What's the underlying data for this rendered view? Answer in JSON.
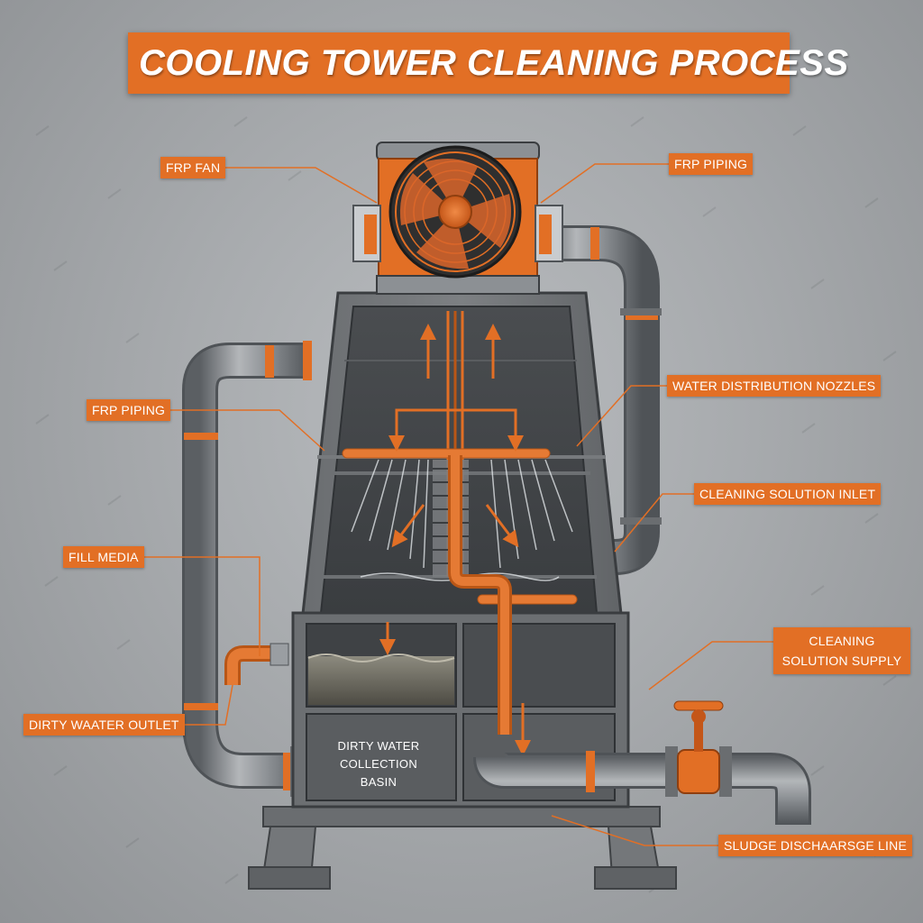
{
  "title": "COOLING TOWER CLEANING PROCESS",
  "labels": {
    "frp_fan": "FRP FAN",
    "frp_piping_right": "FRP PIPING",
    "frp_piping_left": "FRP PIPING",
    "water_distribution_nozzles": "WATER DISTRIBUTION NOZZLES",
    "cleaning_solution_inlet": "CLEANING SOLUTION INLET",
    "fill_media": "FILL MEDIA",
    "cleaning_solution_supply_line1": "CLEANING",
    "cleaning_solution_supply_line2": "SOLUTION SUPPLY",
    "dirty_water_outlet": "DIRTY WAATER OUTLET",
    "sludge_discharge_line": "SLUDGE DISCHAARSGE LINE"
  },
  "basin": {
    "line1": "DIRTY WATER",
    "line2": "COLLECTION",
    "line3": "BASIN"
  },
  "colors": {
    "accent": "#e26f25",
    "steel": "#6f7377",
    "pipe": "#8e9296",
    "background": "#a7aaad"
  }
}
